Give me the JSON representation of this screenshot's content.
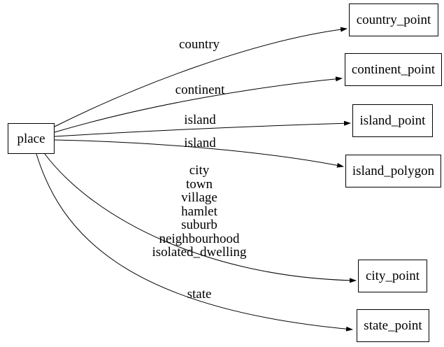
{
  "diagram": {
    "type": "directed-graph",
    "background_color": "#ffffff",
    "stroke_color": "#000000",
    "text_color": "#000000",
    "nodes": [
      {
        "id": "place",
        "label": "place"
      },
      {
        "id": "country_point",
        "label": "country_point"
      },
      {
        "id": "continent_point",
        "label": "continent_point"
      },
      {
        "id": "island_point",
        "label": "island_point"
      },
      {
        "id": "island_polygon",
        "label": "island_polygon"
      },
      {
        "id": "city_point",
        "label": "city_point"
      },
      {
        "id": "state_point",
        "label": "state_point"
      }
    ],
    "edges": [
      {
        "from": "place",
        "to": "country_point",
        "label": "country"
      },
      {
        "from": "place",
        "to": "continent_point",
        "label": "continent"
      },
      {
        "from": "place",
        "to": "island_point",
        "label": "island"
      },
      {
        "from": "place",
        "to": "island_polygon",
        "label": "island"
      },
      {
        "from": "place",
        "to": "city_point",
        "label": "city\ntown\nvillage\nhamlet\nsuburb\nneighbourhood\nisolated_dwelling"
      },
      {
        "from": "place",
        "to": "state_point",
        "label": "state"
      }
    ]
  }
}
